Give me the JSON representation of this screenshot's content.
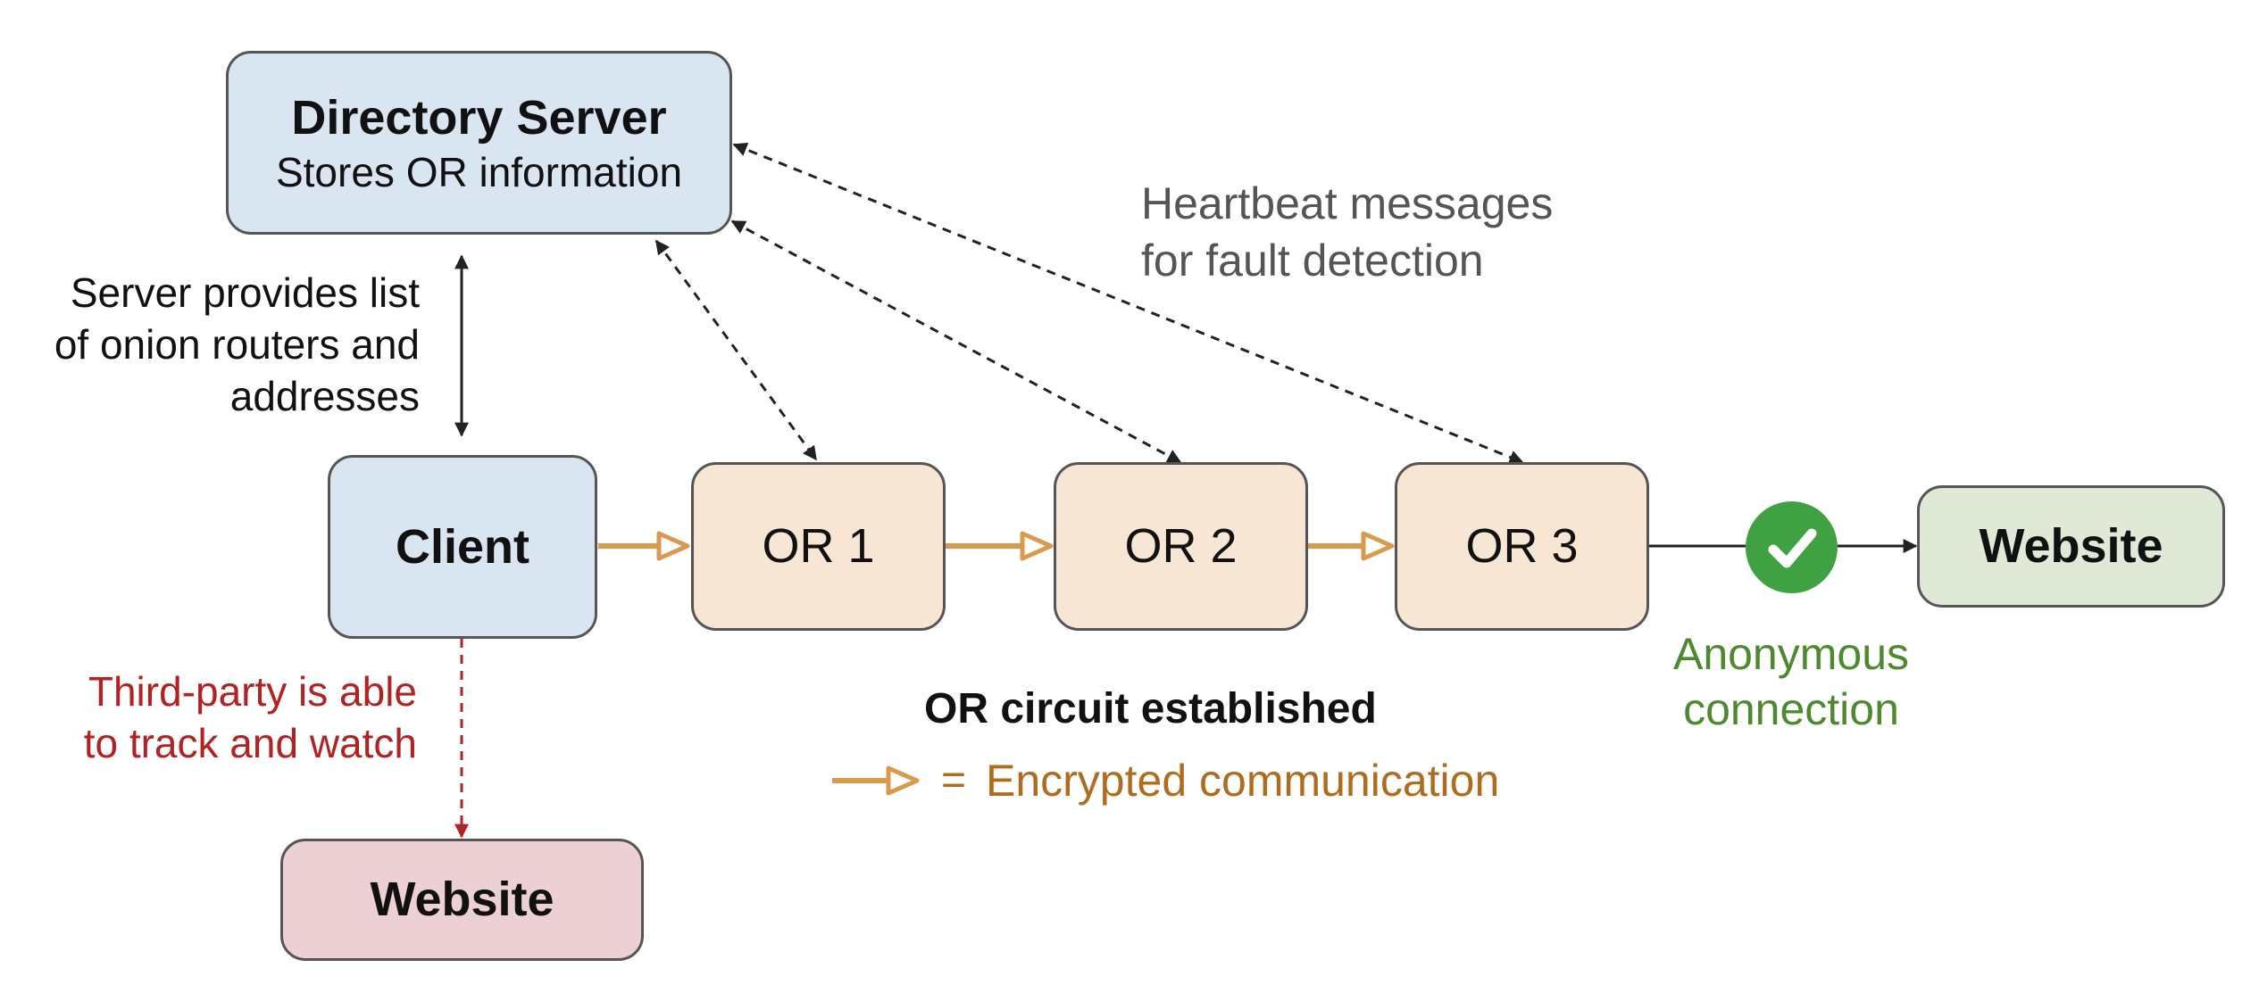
{
  "nodes": {
    "directory": {
      "title": "Directory Server",
      "subtitle": "Stores OR information"
    },
    "client": "Client",
    "or1": "OR 1",
    "or2": "OR 2",
    "or3": "OR 3",
    "website_right": "Website",
    "website_bottom": "Website"
  },
  "labels": {
    "server_provides": [
      "Server provides list",
      "of onion routers and",
      "addresses"
    ],
    "heartbeat": [
      "Heartbeat messages",
      "for fault detection"
    ],
    "third_party": [
      "Third-party is able",
      "to track and watch"
    ],
    "circuit": "OR circuit established",
    "legend_eq": "=",
    "legend_text": "Encrypted communication",
    "anonymous": [
      "Anonymous",
      "connection"
    ]
  },
  "colors": {
    "encrypted_arrow": "#d99a4e",
    "legend_text": "#b06c1e",
    "third_party": "#b22222",
    "anonymous": "#4d8a2f",
    "heartbeat": "#555555",
    "check_circle": "#3fa142"
  },
  "icons": {
    "anonymous_status": "check-circle-icon"
  }
}
